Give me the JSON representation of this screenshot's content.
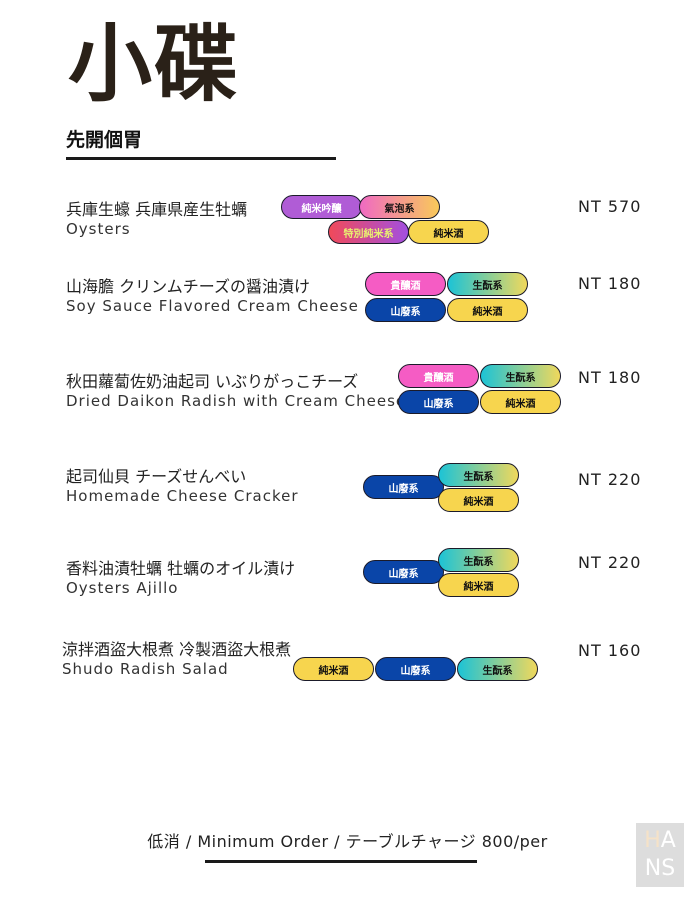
{
  "header": {
    "title": "小碟",
    "subtitle": "先開個胃"
  },
  "items": [
    {
      "jp": "兵庫生蠔 兵庫県産生牡蠣",
      "en": "Oysters",
      "price": "NT 570",
      "tags": [
        "純米吟釀",
        "氣泡系",
        "特別純米系",
        "純米酒"
      ]
    },
    {
      "jp": "山海膽 クリンムチーズの醤油漬け",
      "en": "Soy Sauce Flavored Cream Cheese",
      "price": "NT 180",
      "tags": [
        "貴釀酒",
        "生酛系",
        "山廢系",
        "純米酒"
      ]
    },
    {
      "jp": "秋田蘿蔔佐奶油起司 いぶりがっこチーズ",
      "en": "Dried Daikon Radish with Cream Cheese",
      "price": "NT 180",
      "tags": [
        "貴釀酒",
        "生酛系",
        "山廢系",
        "純米酒"
      ]
    },
    {
      "jp": "起司仙貝 チーズせんべい",
      "en": "Homemade Cheese Cracker",
      "price": "NT 220",
      "tags": [
        "山廢系",
        "生酛系",
        "純米酒"
      ]
    },
    {
      "jp": "香料油漬牡蠣 牡蠣のオイル漬け",
      "en": "Oysters Ajillo",
      "price": "NT 220",
      "tags": [
        "山廢系",
        "生酛系",
        "純米酒"
      ]
    },
    {
      "jp": "涼拌酒盜大根煮 冷製酒盜大根煮",
      "en": "Shudo Radish Salad",
      "price": "NT 160",
      "tags": [
        "純米酒",
        "山廢系",
        "生酛系"
      ]
    }
  ],
  "footer": {
    "text": "低消 / Minimum Order / テーブルチャージ 800/per"
  },
  "logo": {
    "text": "HANS"
  },
  "colors": {
    "title": "#2a2118",
    "blue": "#0a45a8",
    "yellow": "#f7d54e",
    "pink": "#f55cc4",
    "purple": "#b05cd6"
  }
}
